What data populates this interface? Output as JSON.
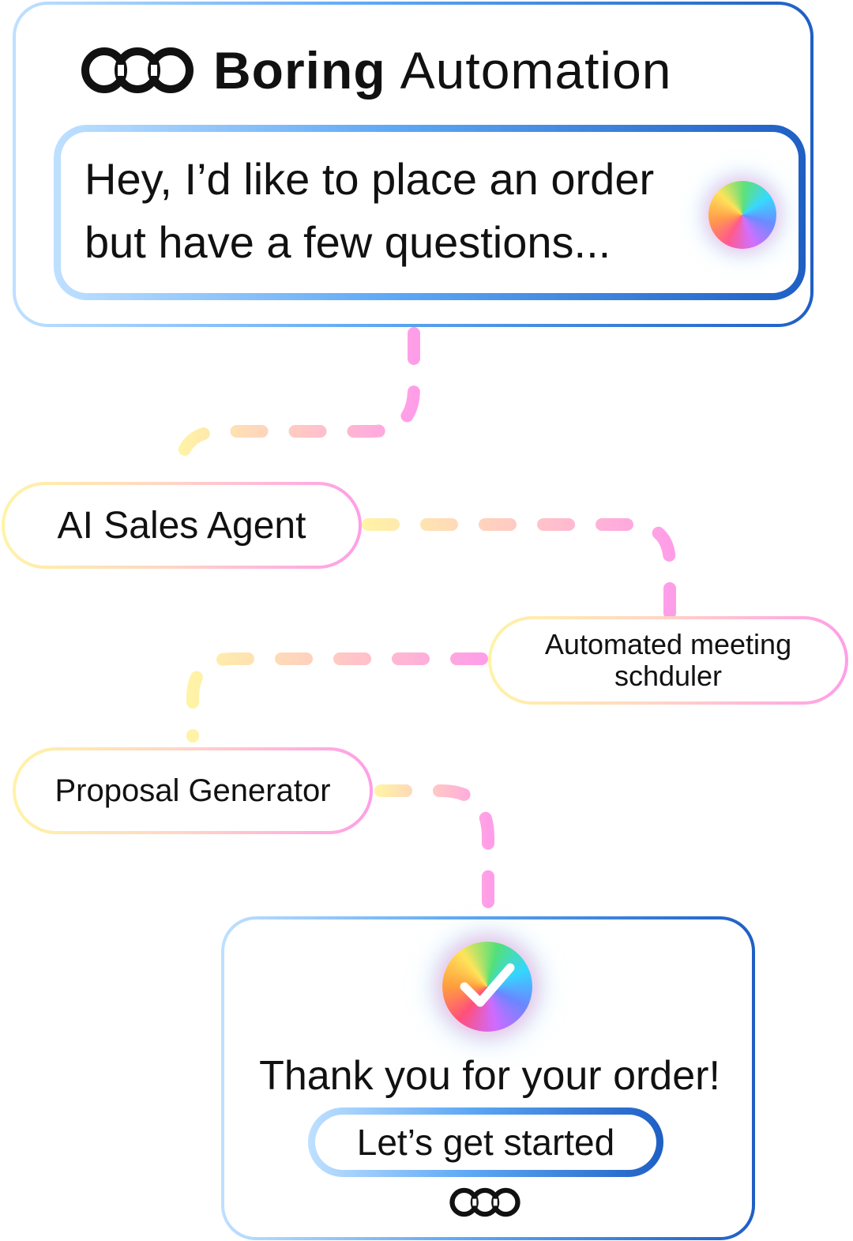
{
  "header": {
    "brand_name_bold": "Boring",
    "brand_name_regular": "Automation",
    "logo_icon": "loop-circles-logo"
  },
  "chat": {
    "message": "Hey, I’d like to place an order but have a few questions...",
    "orb_icon": "gradient-orb-icon"
  },
  "flow": {
    "steps": [
      {
        "label": "AI Sales Agent"
      },
      {
        "label": "Automated meeting schduler"
      },
      {
        "label": "Proposal Generator"
      }
    ]
  },
  "confirmation": {
    "check_icon": "checkmark-orb-icon",
    "message": "Thank you for your order!",
    "button_label": "Let’s get started"
  },
  "colors": {
    "blue_border": "#1f5fc4",
    "light_blue": "#bfe0ff",
    "pill_yellow": "#fff3a6",
    "pill_pink": "#ff9ee8",
    "text": "#111111"
  }
}
